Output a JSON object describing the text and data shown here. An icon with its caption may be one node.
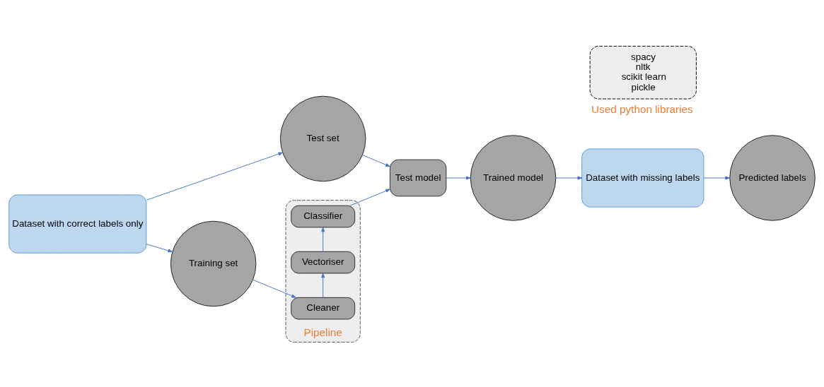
{
  "diagram": {
    "nodes": [
      {
        "text": [
          "Dataset with correct labels only"
        ]
      },
      {
        "text": [
          "Test set"
        ]
      },
      {
        "text": [
          "Training set"
        ]
      },
      {
        "text": [
          "Test model"
        ]
      },
      {
        "text": [
          "Trained model"
        ]
      },
      {
        "text": [
          "Dataset with missing labels"
        ]
      },
      {
        "text": [
          "Predicted labels"
        ]
      },
      {
        "text": [
          "Pipeline"
        ]
      },
      {
        "text": [
          "Cleaner"
        ],
        "in": 7
      },
      {
        "text": [
          "Vectoriser"
        ],
        "in": 7
      },
      {
        "text": [
          "Classifier"
        ],
        "in": 7
      },
      {
        "text": [
          "spacy",
          "nltk",
          "scikit learn",
          "pickle",
          "Used python libraries"
        ]
      }
    ],
    "edges": [
      {
        "from": 0,
        "to": 1,
        "arrow": "to"
      },
      {
        "from": 0,
        "to": 2,
        "arrow": "to"
      },
      {
        "from": 1,
        "to": 3,
        "arrow": "to"
      },
      {
        "from": 2,
        "to": 8,
        "arrow": "to"
      },
      {
        "from": 8,
        "to": 9,
        "arrow": "to"
      },
      {
        "from": 9,
        "to": 10,
        "arrow": "to"
      },
      {
        "from": 10,
        "to": 3,
        "arrow": "to"
      },
      {
        "from": 3,
        "to": 4,
        "arrow": "to"
      },
      {
        "from": 4,
        "to": 5,
        "arrow": "to"
      },
      {
        "from": 5,
        "to": 6,
        "arrow": "to"
      }
    ]
  }
}
